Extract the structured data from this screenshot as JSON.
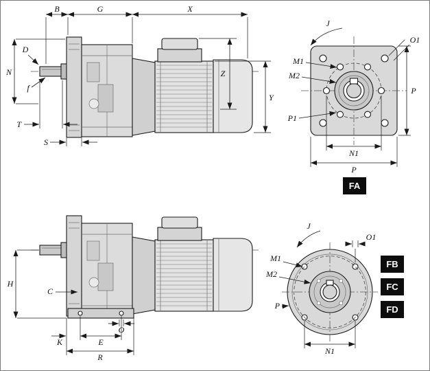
{
  "drawing": {
    "views": {
      "side_top": {
        "dims": {
          "B": "B",
          "G": "G",
          "X": "X",
          "N": "N",
          "D": "D",
          "f": "f",
          "T": "T",
          "S": "S",
          "Z": "Z",
          "Y": "Y"
        }
      },
      "flange_fa": {
        "dims": {
          "J": "J",
          "O1": "O1",
          "M1": "M1",
          "M2": "M2",
          "P1": "P1",
          "N1": "N1",
          "P_right": "P",
          "P_bottom": "P"
        }
      },
      "side_bottom": {
        "dims": {
          "H": "H",
          "C": "C",
          "K": "K",
          "E": "E",
          "R": "R",
          "O": "O"
        }
      },
      "flange_round": {
        "dims": {
          "J": "J",
          "O1": "O1",
          "M1": "M1",
          "M2": "M2",
          "P": "P",
          "N1": "N1"
        }
      }
    },
    "badges": {
      "fa": "FA",
      "fb": "FB",
      "fc": "FC",
      "fd": "FD"
    },
    "colors": {
      "background": "#ffffff",
      "outline": "#1a1a1a",
      "fill_light": "#e6e6e6",
      "fill_mid": "#d6d6d6",
      "fill_dark": "#c6c6c6",
      "badge_bg": "#0d0d0d",
      "badge_text": "#ffffff"
    }
  }
}
